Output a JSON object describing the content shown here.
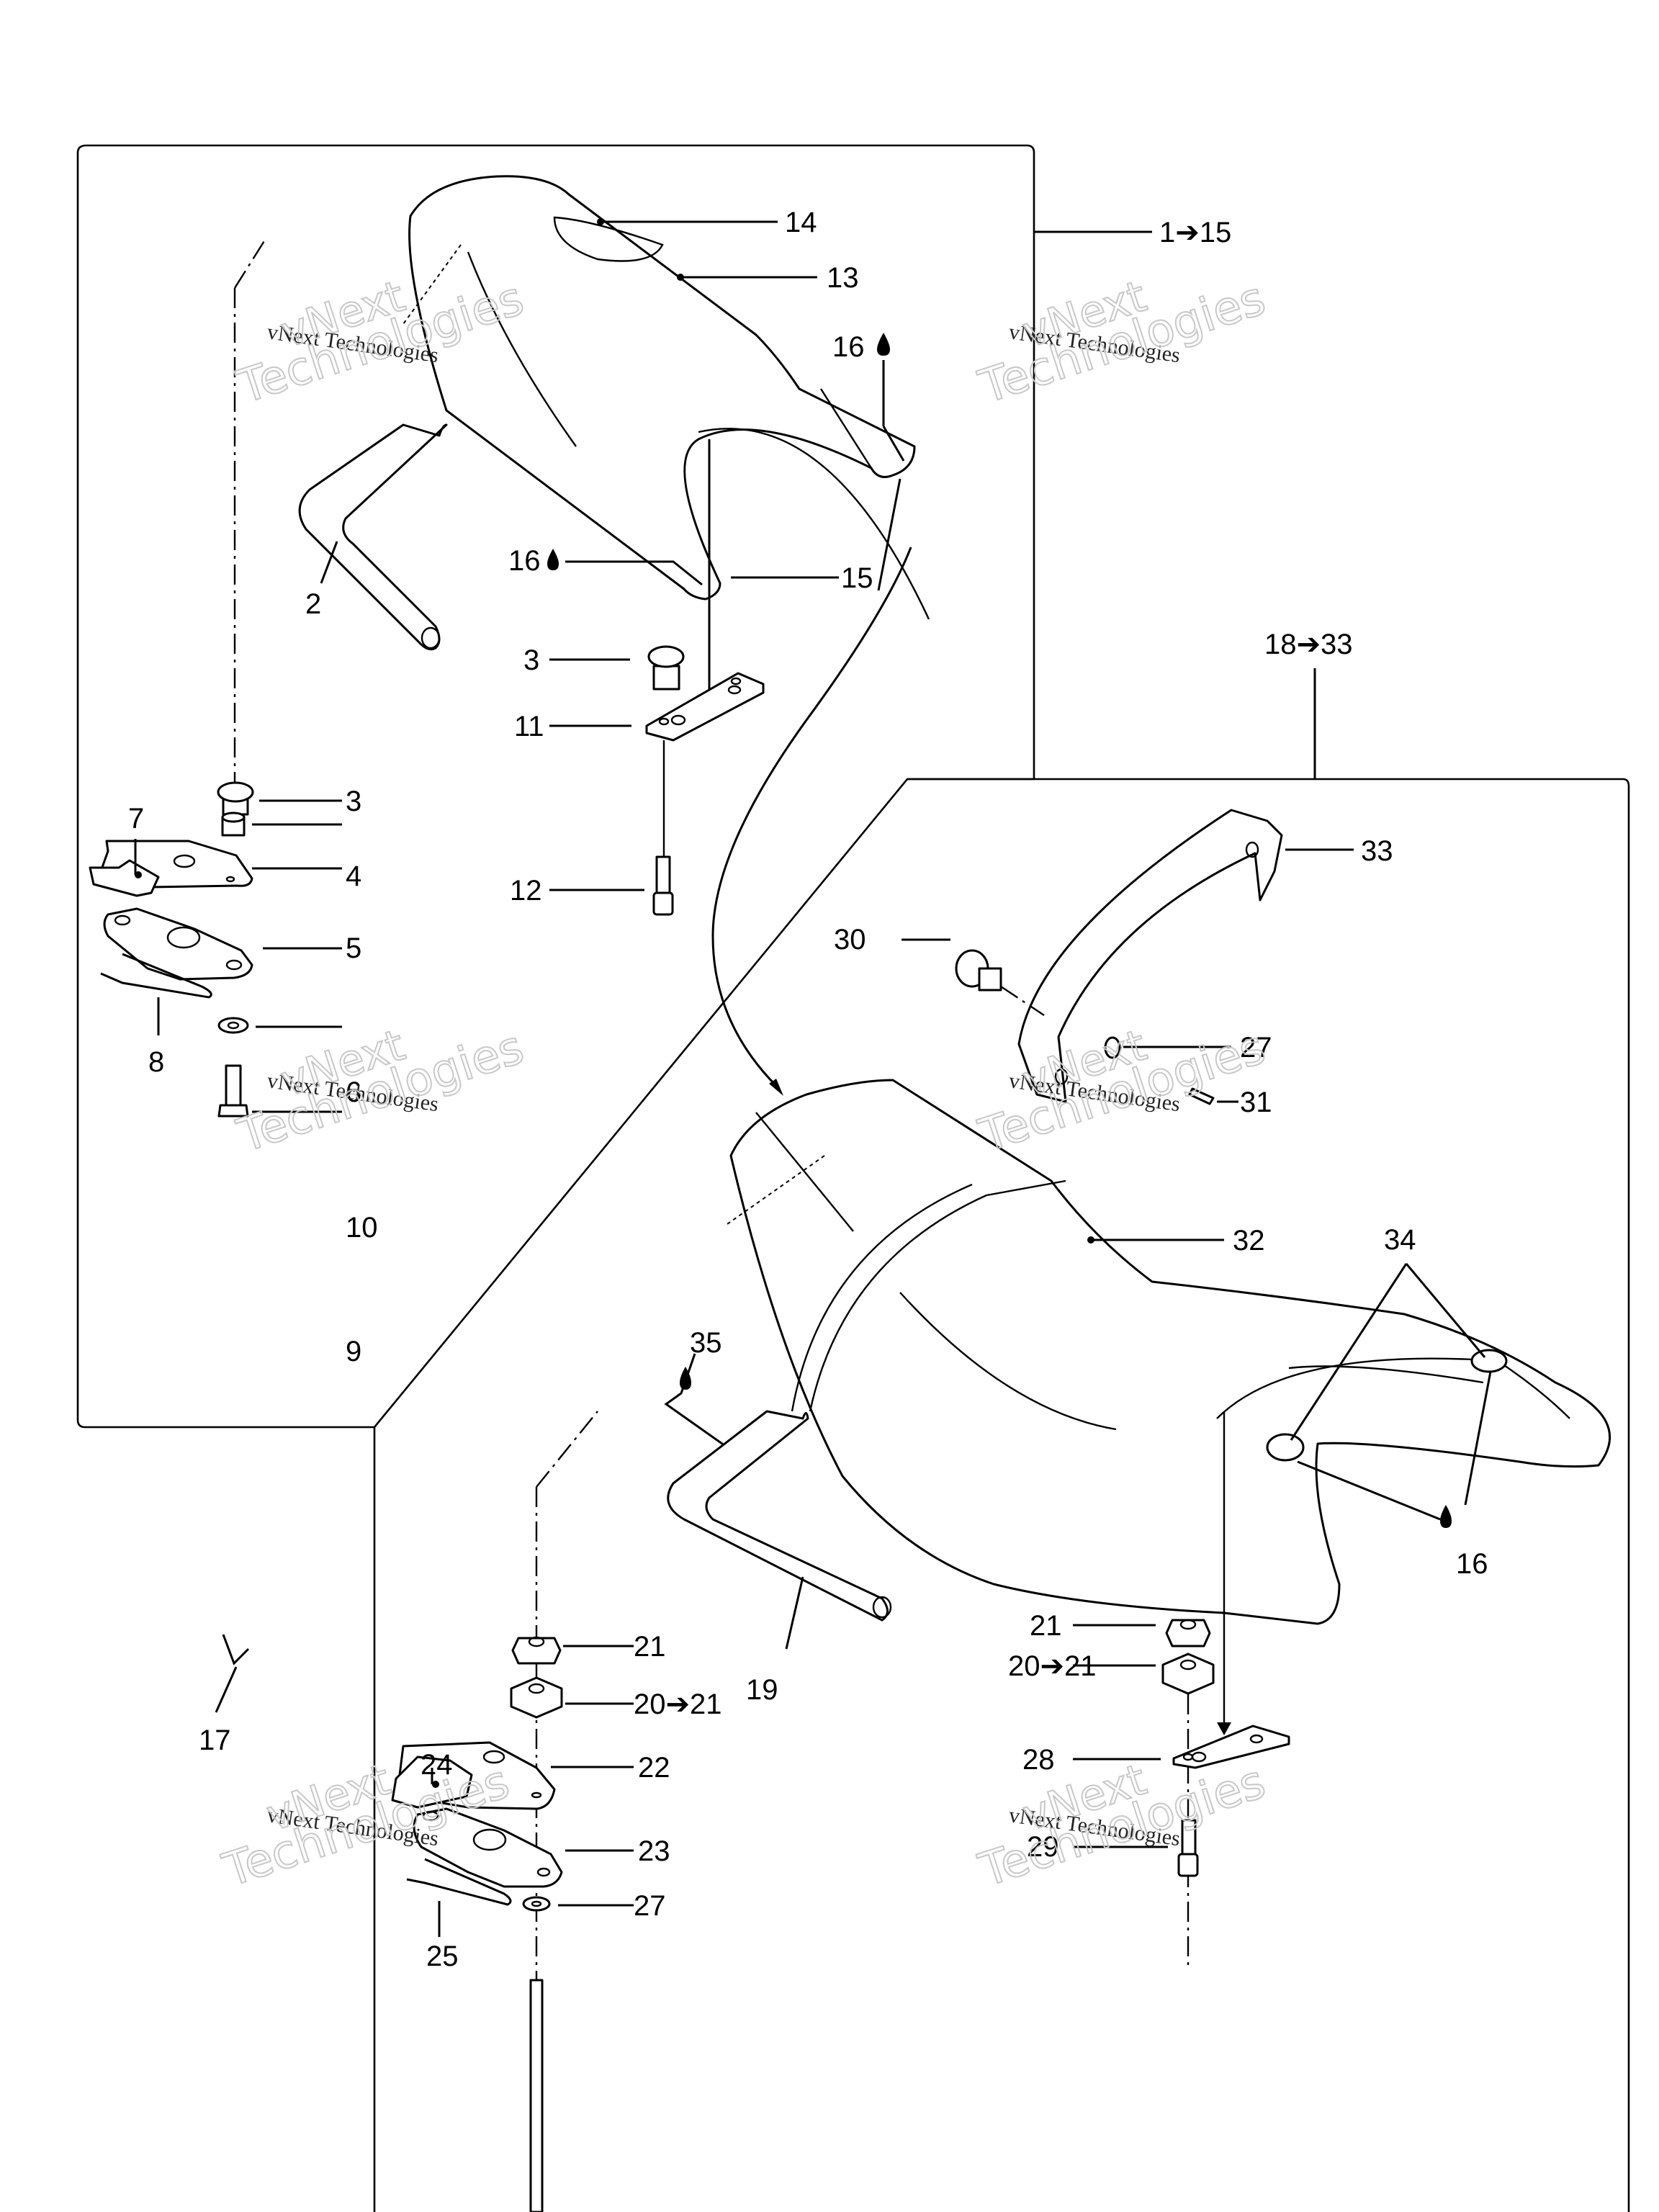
{
  "diagram": {
    "title": "Seat exploded parts diagram",
    "groups": [
      {
        "id": "upper-group",
        "label": "1➔15"
      },
      {
        "id": "lower-group",
        "label": "18➔33"
      }
    ],
    "callouts": {
      "c14": "14",
      "c13": "13",
      "c16a": "16",
      "c2": "2",
      "c16b": "16",
      "c15": "15",
      "c3a": "3",
      "c11": "11",
      "c12": "12",
      "c3b": "3",
      "c4": "4",
      "c7": "7",
      "c5": "5",
      "c6": "6",
      "c8": "8",
      "c10": "10",
      "c9": "9",
      "c33": "33",
      "c30": "30",
      "c27a": "27",
      "c31": "31",
      "c32": "32",
      "c34": "34",
      "c35": "35",
      "c16c": "16",
      "c21a": "21",
      "c20a": "20➔21",
      "c19": "19",
      "c17": "17",
      "c24": "24",
      "c22": "22",
      "c23": "23",
      "c25": "25",
      "c27b": "27",
      "c21b": "21",
      "c20b": "20➔21",
      "c28": "28",
      "c29": "29"
    },
    "symbols": {
      "oil_drop": "💧 (apply grease/oil)"
    },
    "watermark": {
      "line1": "vNext Technologies",
      "outline1": "vNext",
      "outline2": "Technologies"
    }
  }
}
